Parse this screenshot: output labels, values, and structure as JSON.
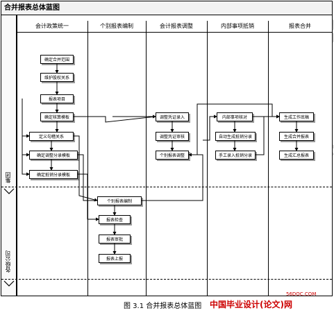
{
  "title": "合并报表总体蓝图",
  "lanes": {
    "headers": [
      "会计政策统一",
      "个别报表编制",
      "会计报表调整",
      "内部事项抵销",
      "报表合并"
    ],
    "rows": [
      "集团",
      "各级公司"
    ]
  },
  "nodes": {
    "c1": [
      "确定合并范围",
      "维护股权关系",
      "报表项目",
      "确定核算模板",
      "定义勾稽关系",
      "确定调整分录模板",
      "确定抵销分录模板"
    ],
    "c2": [
      "个别报表编制",
      "报表检查",
      "报表审批",
      "报表上报"
    ],
    "c3": [
      "调整凭证录入",
      "调整凭证审核",
      "个别报表调整"
    ],
    "c4": [
      "内部事项核对",
      "自动生成抵销分录",
      "手工录入抵销分录"
    ],
    "c5": [
      "生成工作底稿",
      "生成合并报表",
      "生成汇总报表"
    ]
  },
  "watermarks": [
    "56DOC.COM",
    "56DOC.COM",
    "56DOC.COM",
    "56DOC.COM",
    "56DOC.COM",
    "56DOC.COM"
  ],
  "caption": "图 3.1 合并报表总体蓝图",
  "brand": "中国毕业设计(论文)网",
  "brand_small": "56DOC.COM"
}
